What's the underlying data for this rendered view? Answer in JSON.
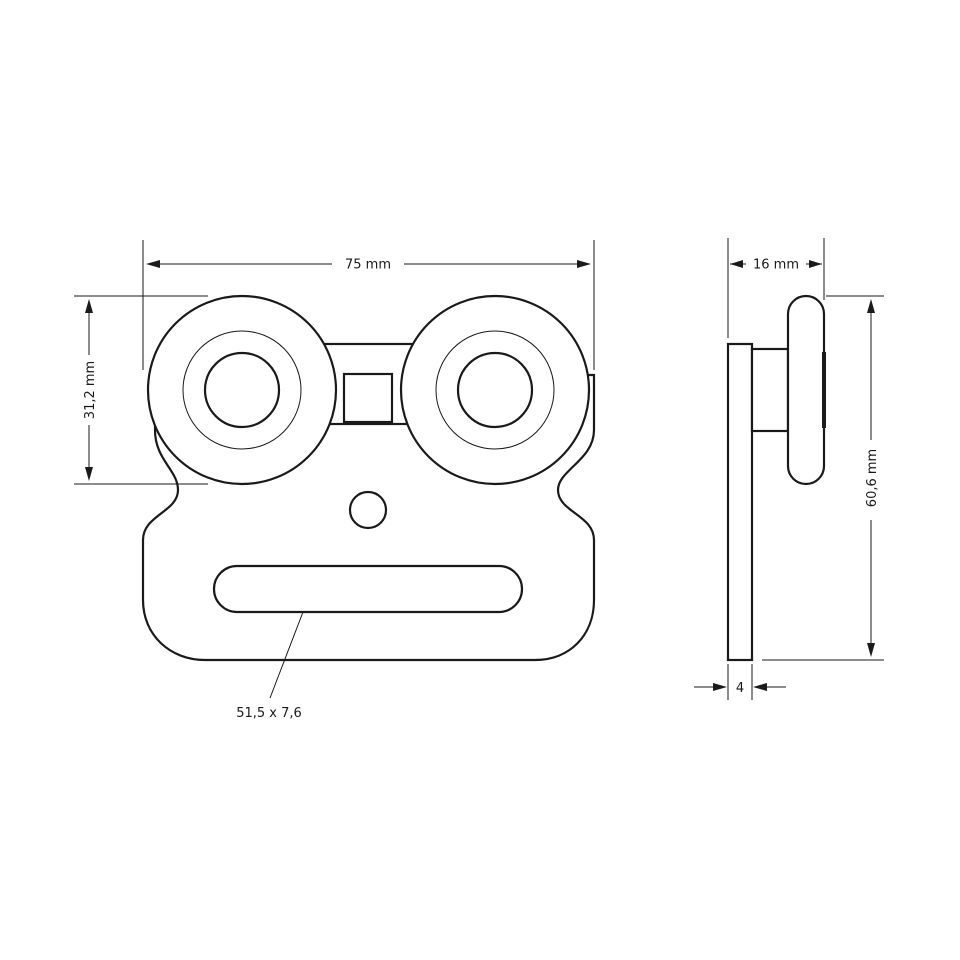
{
  "dimensions": {
    "total_width": "75 mm",
    "roller_height": "31,2 mm",
    "depth": "16 mm",
    "total_height": "60,6 mm",
    "plate_thickness": "4",
    "slot_size": "51,5 x 7,6"
  },
  "colors": {
    "line": "#1a1a1a",
    "background": "#ffffff"
  }
}
